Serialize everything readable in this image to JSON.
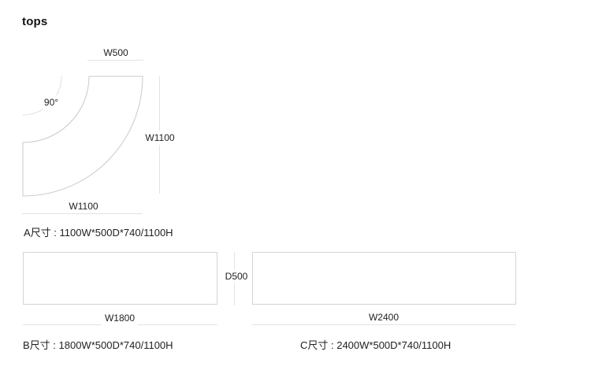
{
  "page": {
    "title": "tops"
  },
  "colors": {
    "background": "#ffffff",
    "shape_outline": "#c9c9c9",
    "dimension_line": "#e3e3e3",
    "text": "#1f1f1f"
  },
  "panels": {
    "a": {
      "shape": "quarter-arc corner top",
      "labels": {
        "top_width": "W500",
        "angle": "90°",
        "right_width": "W1100",
        "bottom_width": "W1100"
      },
      "caption": "A尺寸 : 1100W*500D*740/1100H"
    },
    "b": {
      "shape": "rectangular top",
      "width_label": "W1800",
      "caption": "B尺寸 : 1800W*500D*740/1100H"
    },
    "c": {
      "shape": "rectangular top",
      "width_label": "W2400",
      "caption": "C尺寸 : 2400W*500D*740/1100H"
    },
    "depth_label": "D500"
  }
}
